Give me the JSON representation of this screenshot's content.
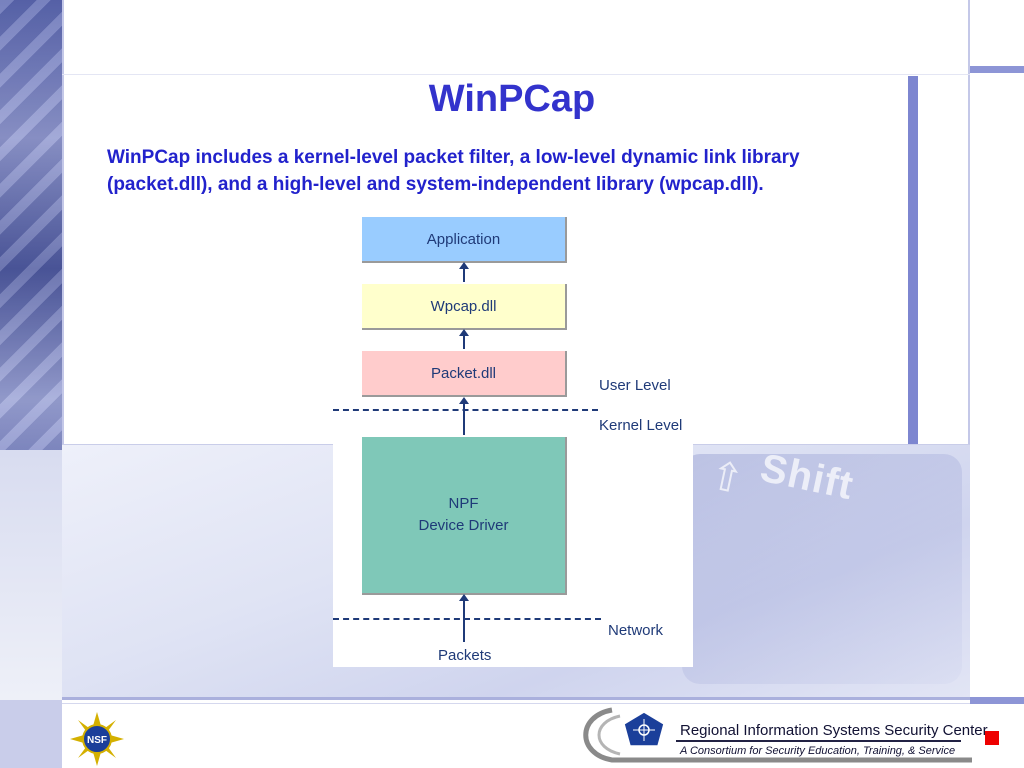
{
  "slide": {
    "title": "WinPCap",
    "body": "WinPCap includes a kernel-level packet filter, a low-level dynamic link library (packet.dll), and a high-level and system-independent library (wpcap.dll)."
  },
  "diagram": {
    "boxes": [
      {
        "label": "Application",
        "color": "#99ccff"
      },
      {
        "label": "Wpcap.dll",
        "color": "#ffffcc"
      },
      {
        "label": "Packet.dll",
        "color": "#ffcccc"
      },
      {
        "label_line1": "NPF",
        "label_line2": "Device Driver",
        "color": "#7fc8b8"
      }
    ],
    "level_labels": {
      "user": "User Level",
      "kernel": "Kernel Level",
      "network": "Network"
    },
    "input_label": "Packets"
  },
  "background": {
    "keyboard_key": "Shift"
  },
  "footer": {
    "org_name": "Regional Information Systems Security Center",
    "org_tagline": "A Consortium for Security Education, Training, & Service",
    "nsf_logo_text": "NSF"
  },
  "colors": {
    "title": "#3333cc",
    "body_text": "#2222cc",
    "accent_bar": "#7d86d0",
    "marker": "#ee0000"
  }
}
